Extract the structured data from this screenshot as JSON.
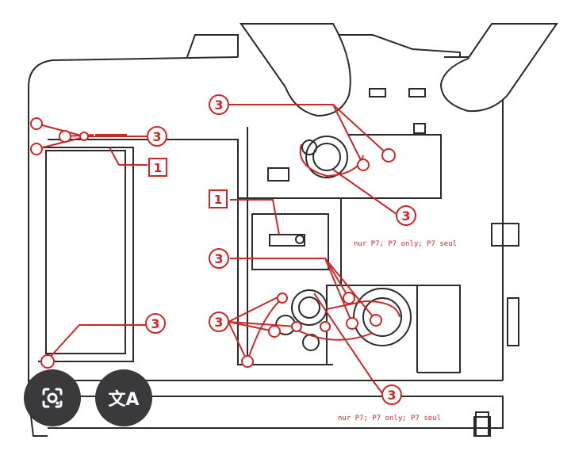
{
  "diagram": {
    "callouts": [
      {
        "id": "c1",
        "label": "3"
      },
      {
        "id": "c2",
        "label": "3"
      },
      {
        "id": "c3",
        "label": "3"
      },
      {
        "id": "c4",
        "label": "3"
      },
      {
        "id": "c5",
        "label": "3"
      },
      {
        "id": "c6",
        "label": "3"
      },
      {
        "id": "c7",
        "label": "3"
      }
    ],
    "boxes": [
      {
        "id": "b1",
        "label": "1"
      },
      {
        "id": "b2",
        "label": "1"
      }
    ],
    "notes": {
      "middle": "nur P7; P7 only; P7 seul",
      "bottom": "nur P7; P7 only; P7 seul"
    }
  },
  "overlay": {
    "left_button_icon": "lens-search-icon",
    "right_button_icon": "translate-icon",
    "right_button_text": "文A"
  },
  "colors": {
    "accent": "#c8282a",
    "line": "#2a2a2a",
    "overlay_button": "#3a3a3c"
  }
}
